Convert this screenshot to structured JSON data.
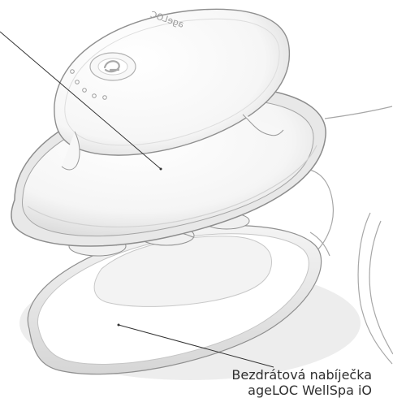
{
  "product": {
    "device_logo_text": "ageLOC",
    "callout_label_line_1": "Bezdrátová nabíječka",
    "callout_label_line_2": "ageLOC WellSpa iO"
  },
  "colors": {
    "device_white": "#ffffff",
    "shadow_gray": "#d8d8d8",
    "outline_gray": "#8e8e8e",
    "cable_gray": "#9f9f9f",
    "callout_line": "#333333",
    "label_text": "#2f2f2f"
  }
}
